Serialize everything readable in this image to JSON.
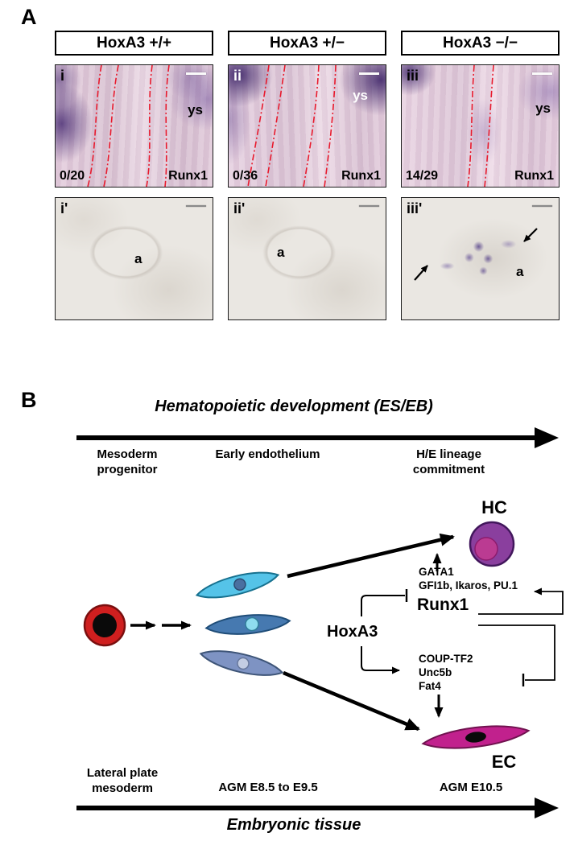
{
  "colors": {
    "dashed_line_red": "#e8192c",
    "stain_purple": "#46276e",
    "mesoderm_red": "#cf1f1f",
    "cell_cyan": "#55c3e8",
    "cell_blue": "#4679b0",
    "cell_slate": "#7e93c3",
    "hc_outer": "#8a3f9e",
    "hc_inner": "#bb3b92",
    "ec_pink": "#c1218d"
  },
  "panel_a": {
    "label": "A",
    "columns": [
      {
        "genotype": "HoxA3 +/+",
        "roman": "i",
        "ys": "ys",
        "count": "0/20",
        "gene": "Runx1",
        "roman_prime": "i'",
        "aorta": "a"
      },
      {
        "genotype": "HoxA3 +/−",
        "roman": "ii",
        "ys": "ys",
        "count": "0/36",
        "gene": "Runx1",
        "roman_prime": "ii'",
        "aorta": "a"
      },
      {
        "genotype": "HoxA3 −/−",
        "roman": "iii",
        "ys": "ys",
        "count": "14/29",
        "gene": "Runx1",
        "roman_prime": "iii'",
        "aorta": "a"
      }
    ]
  },
  "panel_b": {
    "label": "B",
    "top_axis_title": "Hematopoietic development (ES/EB)",
    "stages": [
      {
        "label": "Mesoderm\nprogenitor"
      },
      {
        "label": "Early endothelium"
      },
      {
        "label": "H/E lineage\ncommitment"
      }
    ],
    "hoxa3_label": "HoxA3",
    "hc_label": "HC",
    "ec_label": "EC",
    "genes_hematopoietic": {
      "line1": "GATA1",
      "line2": "GFI1b, Ikaros, PU.1",
      "line3": "Runx1"
    },
    "genes_endothelial": {
      "line1": "COUP-TF2",
      "line2": "Unc5b",
      "line3": "Fat4"
    },
    "bottom_stages": [
      {
        "label": "Lateral plate\nmesoderm"
      },
      {
        "label": "AGM E8.5 to E9.5"
      },
      {
        "label": "AGM E10.5"
      }
    ],
    "bottom_axis_title": "Embryonic tissue"
  }
}
